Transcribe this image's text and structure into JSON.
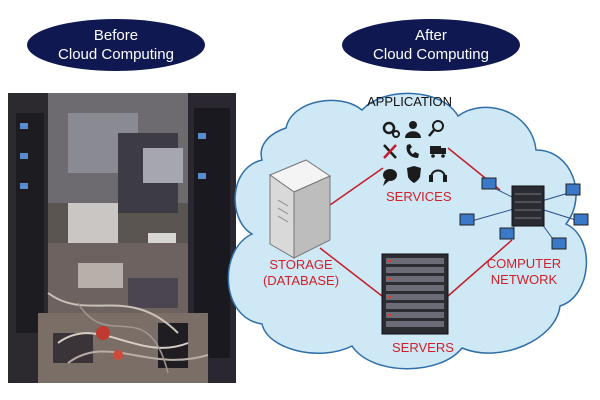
{
  "before_pill": {
    "line1": "Before",
    "line2": "Cloud Computing"
  },
  "after_pill": {
    "line1": "After",
    "line2": "Cloud Computing"
  },
  "labels": {
    "application": "APPLICATION",
    "services": "SERVICES",
    "storage_line1": "STORAGE",
    "storage_line2": "(DATABASE)",
    "computer_line1": "COMPUTER",
    "computer_line2": "NETWORK",
    "servers": "SERVERS"
  },
  "icons": [
    "gears-icon",
    "user-icon",
    "magnifier-icon",
    "tools-icon",
    "phone-icon",
    "truck-icon",
    "cloud-bubble-icon",
    "shield-icon",
    "headset-icon"
  ],
  "colors": {
    "pill": "#0f1850",
    "cloud_fill": "#cfe8f5",
    "cloud_stroke": "#2f6fa8",
    "accent_red": "#d0202a",
    "connector_red": "#c41e2a"
  }
}
